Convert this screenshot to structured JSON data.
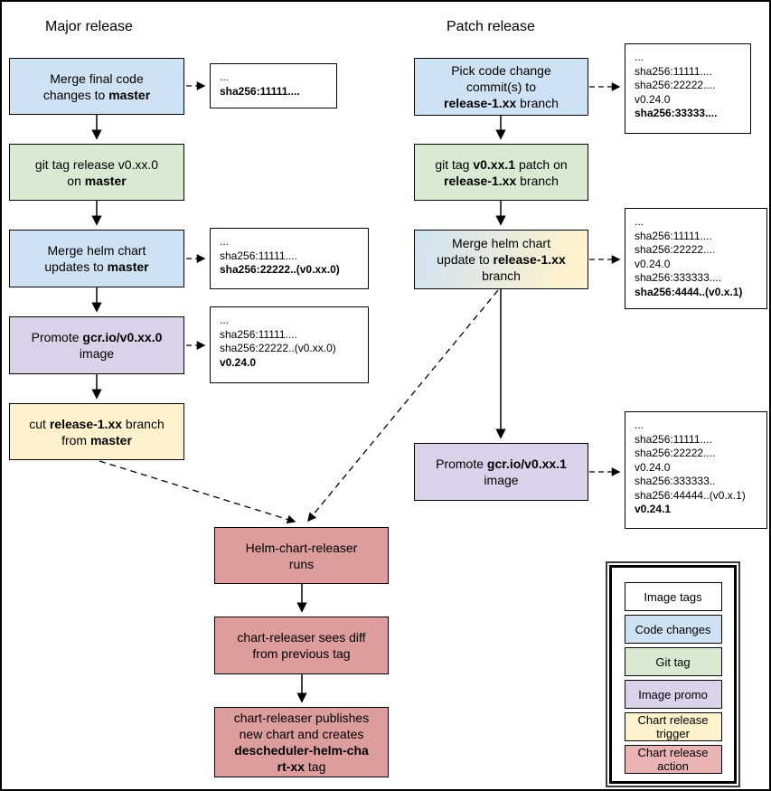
{
  "titles": {
    "major": "Major release",
    "patch": "Patch release"
  },
  "colors": {
    "image_tags": "#ffffff",
    "code_changes": "#cfe2f3",
    "git_tag": "#d9ead3",
    "image_promo": "#d9d2e9",
    "chart_trigger": "#fff2cc",
    "chart_action": "#dd9d9d",
    "legend_action": "#eab4b4",
    "line": "#000000"
  },
  "flow": {
    "major_code": {
      "text": "Merge final code\nchanges to **master**",
      "fill": "code_changes"
    },
    "major_tag": {
      "text": "git tag release v0.xx.0\non **master**",
      "fill": "git_tag"
    },
    "major_helm": {
      "text": "Merge helm chart\nupdates to **master**",
      "fill": "code_changes"
    },
    "major_promote": {
      "text": "Promote **gcr.io/v0.xx.0**\nimage",
      "fill": "image_promo"
    },
    "major_cut": {
      "text": "cut **release-1.xx** branch\nfrom **master**",
      "fill": "chart_trigger"
    },
    "patch_code": {
      "text": "Pick code change\ncommit(s) to\n**release-1.xx** branch",
      "fill": "code_changes"
    },
    "patch_tag": {
      "text": "git tag **v0.xx.1** patch on\n**release-1.xx** branch",
      "fill": "git_tag"
    },
    "patch_helm": {
      "text": "Merge helm chart\nupdate to **release-1.xx**\nbranch",
      "fill": "code_changes,chart_trigger"
    },
    "patch_promote": {
      "text": "Promote **gcr.io/v0.xx.1**\nimage",
      "fill": "image_promo"
    },
    "helm_runs": {
      "text": "Helm-chart-releaser\nruns",
      "fill": "chart_action"
    },
    "cr_diff": {
      "text": "chart-releaser sees diff\nfrom previous tag",
      "fill": "chart_action"
    },
    "cr_publish": {
      "text": "chart-releaser publishes\nnew chart and creates\n**descheduler-helm-cha**\n**rt-xx** tag",
      "fill": "chart_action"
    }
  },
  "tags": {
    "ltag1": {
      "text": "...\n**sha256:11111....**"
    },
    "ltag2": {
      "text": "...\nsha256:11111....\n**sha256:22222..(v0.xx.0)**"
    },
    "ltag3": {
      "text": "...\nsha256:11111....\nsha256:22222..(v0.xx.0)\n**v0.24.0**"
    },
    "rtag1": {
      "text": "...\nsha256:11111....\nsha256:22222....\nv0.24.0\n**sha256:33333....**"
    },
    "rtag2": {
      "text": "...\nsha256:11111....\nsha256:22222....\nv0.24.0\nsha256:333333....\n**sha256:4444..(v0.x.1)**"
    },
    "rtag3": {
      "text": "...\nsha256:11111....\nsha256:22222....\nv0.24.0\nsha256:333333..\nsha256:44444..(v0.x.1)\n**v0.24.1**"
    }
  },
  "legend": {
    "items": [
      {
        "label": "Image tags",
        "fill": "image_tags"
      },
      {
        "label": "Code changes",
        "fill": "code_changes"
      },
      {
        "label": "Git tag",
        "fill": "git_tag"
      },
      {
        "label": "Image promo",
        "fill": "image_promo"
      },
      {
        "label": "Chart release\ntrigger",
        "fill": "chart_trigger"
      },
      {
        "label": "Chart release\naction",
        "fill": "legend_action"
      }
    ]
  }
}
